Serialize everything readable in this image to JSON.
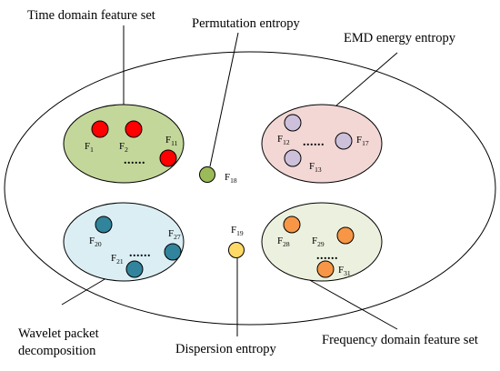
{
  "diagram": {
    "group_labels": {
      "time": "Time domain feature set",
      "permutation": "Permutation entropy",
      "emd": "EMD energy entropy",
      "wavelet_line1": "Wavelet packet",
      "wavelet_line2": "decomposition",
      "dispersion": "Dispersion entropy",
      "frequency": "Frequency domain feature set"
    },
    "ellipsis": "......",
    "features": {
      "f1": {
        "letter": "F",
        "index": "1"
      },
      "f2": {
        "letter": "F",
        "index": "2"
      },
      "f11": {
        "letter": "F",
        "index": "11"
      },
      "f12": {
        "letter": "F",
        "index": "12"
      },
      "f13": {
        "letter": "F",
        "index": "13"
      },
      "f17": {
        "letter": "F",
        "index": "17"
      },
      "f18": {
        "letter": "F",
        "index": "18"
      },
      "f19": {
        "letter": "F",
        "index": "19"
      },
      "f20": {
        "letter": "F",
        "index": "20"
      },
      "f21": {
        "letter": "F",
        "index": "21"
      },
      "f27": {
        "letter": "F",
        "index": "27"
      },
      "f28": {
        "letter": "F",
        "index": "28"
      },
      "f29": {
        "letter": "F",
        "index": "29"
      },
      "f31": {
        "letter": "F",
        "index": "31"
      }
    },
    "colors": {
      "time_set_fill": "#c4d79b",
      "time_dot": "#ff0000",
      "emd_set_fill": "#f2d7d5",
      "emd_dot": "#ccc0da",
      "wavelet_set_fill": "#dbeef4",
      "wavelet_dot": "#31849b",
      "frequency_set_fill": "#ebf1de",
      "frequency_dot": "#f79646",
      "permutation_dot": "#9bbb59",
      "dispersion_dot": "#ffd966",
      "outline": "#000000"
    }
  }
}
